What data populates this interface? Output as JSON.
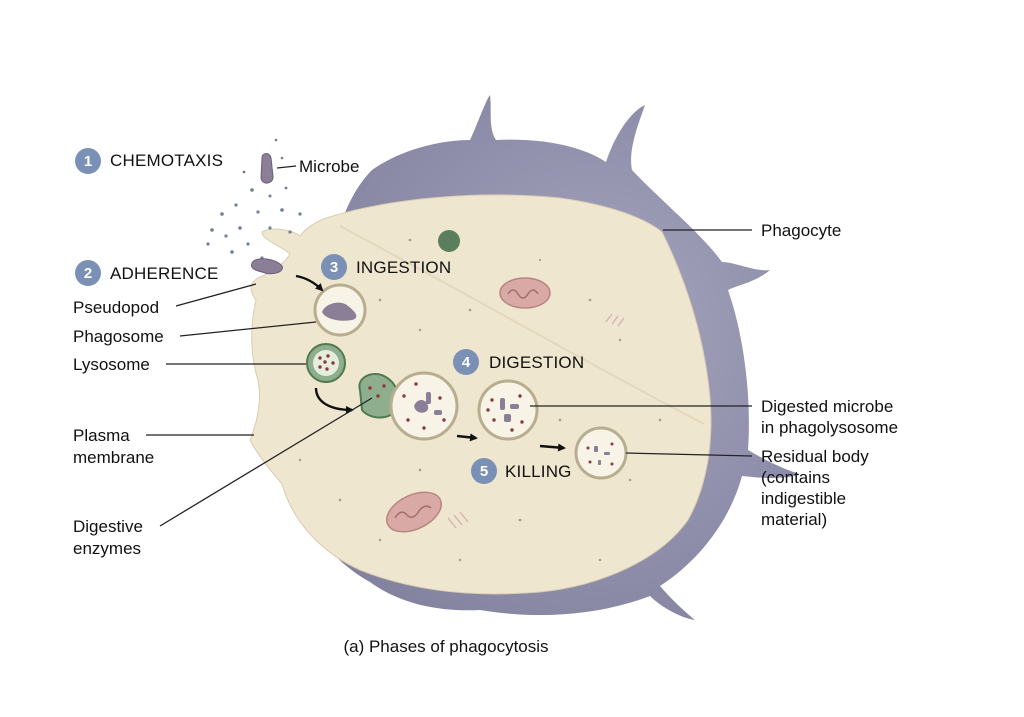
{
  "colors": {
    "phagocyte_outer": "#8b8aa6",
    "cytoplasm": "#efe6d0",
    "badge": "#7a90b5",
    "mitochondria": "#d9a9a5",
    "vesicle_fill": "#f7f3e6",
    "lysosome": "#5e8a5c",
    "microbe": "#8b7e97"
  },
  "steps": [
    {
      "number": "1",
      "label": "CHEMOTAXIS"
    },
    {
      "number": "2",
      "label": "ADHERENCE"
    },
    {
      "number": "3",
      "label": "INGESTION"
    },
    {
      "number": "4",
      "label": "DIGESTION"
    },
    {
      "number": "5",
      "label": "KILLING"
    }
  ],
  "labels": {
    "microbe": "Microbe",
    "phagocyte": "Phagocyte",
    "pseudopod": "Pseudopod",
    "phagosome": "Phagosome",
    "lysosome": "Lysosome",
    "plasma_membrane": [
      "Plasma",
      "membrane"
    ],
    "digestive_enzymes": [
      "Digestive",
      "enzymes"
    ],
    "digested_microbe": [
      "Digested microbe",
      "in phagolysosome"
    ],
    "residual_body": [
      "Residual body",
      "(contains",
      "indigestible",
      "material)"
    ]
  },
  "caption": "(a) Phases of phagocytosis"
}
